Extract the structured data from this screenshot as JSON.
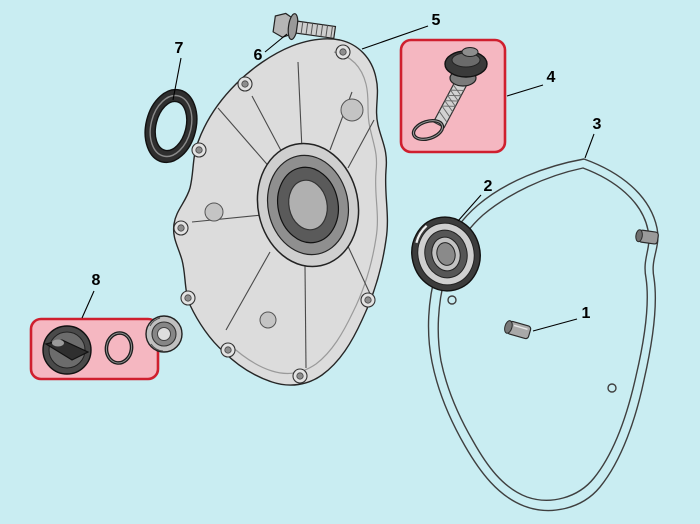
{
  "diagram": {
    "type": "exploded-parts-diagram",
    "subject": "engine crankcase side cover assembly",
    "background_color": "#c9edf2",
    "highlight_fill": "#f5b7c1",
    "highlight_stroke": "#cf1f2e",
    "line_color": "#000000",
    "parts": [
      {
        "number": "1",
        "name": "dowel-pin",
        "highlighted": false
      },
      {
        "number": "2",
        "name": "ball-bearing",
        "highlighted": false
      },
      {
        "number": "3",
        "name": "crankcase-cover-gasket",
        "highlighted": false
      },
      {
        "number": "4",
        "name": "oil-filler-cap-dipstick-with-oring",
        "highlighted": true
      },
      {
        "number": "5",
        "name": "crankcase-side-cover",
        "highlighted": false
      },
      {
        "number": "6",
        "name": "flange-bolt",
        "highlighted": false
      },
      {
        "number": "7",
        "name": "oil-seal",
        "highlighted": false
      },
      {
        "number": "8",
        "name": "oil-drain-cap-with-gasket-ring",
        "highlighted": true
      }
    ]
  }
}
